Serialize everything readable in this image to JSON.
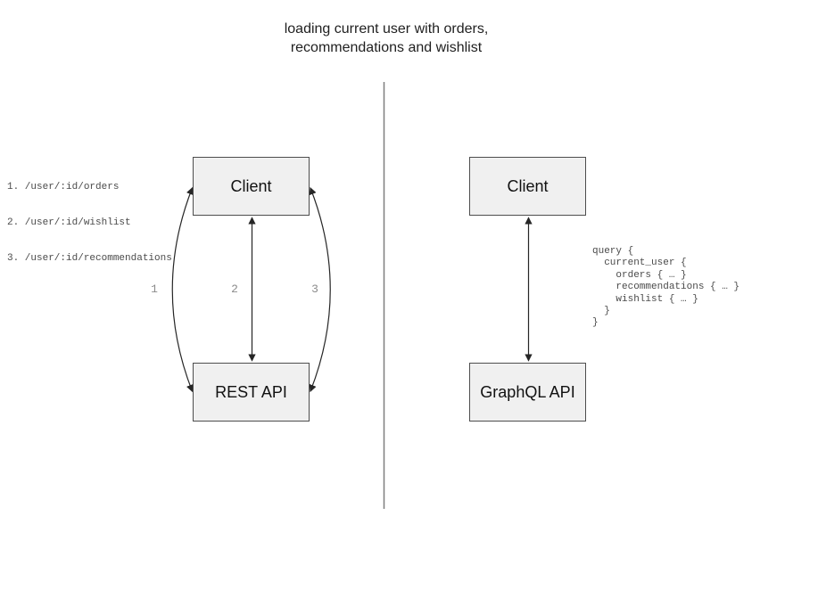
{
  "title": {
    "line1": "loading current user with orders,",
    "line2": "recommendations and wishlist"
  },
  "rest_panel": {
    "client_label": "Client",
    "api_label": "REST API",
    "routes": [
      "1. /user/:id/orders",
      "2. /user/:id/wishlist",
      "3. /user/:id/recommendations"
    ],
    "arrow_labels": [
      "1",
      "2",
      "3"
    ]
  },
  "graphql_panel": {
    "client_label": "Client",
    "api_label": "GraphQL API",
    "query": "query {\n  current_user {\n    orders { … }\n    recommendations { … }\n    wishlist { … }\n  }\n}"
  },
  "colors": {
    "box_fill": "#f0f0f0",
    "box_border": "#4d4d4d",
    "arrow_line": "#262626",
    "divider": "#7e7e7e",
    "mono_text": "#4a4a4a",
    "arrow_label_text": "#8c8c8c"
  }
}
